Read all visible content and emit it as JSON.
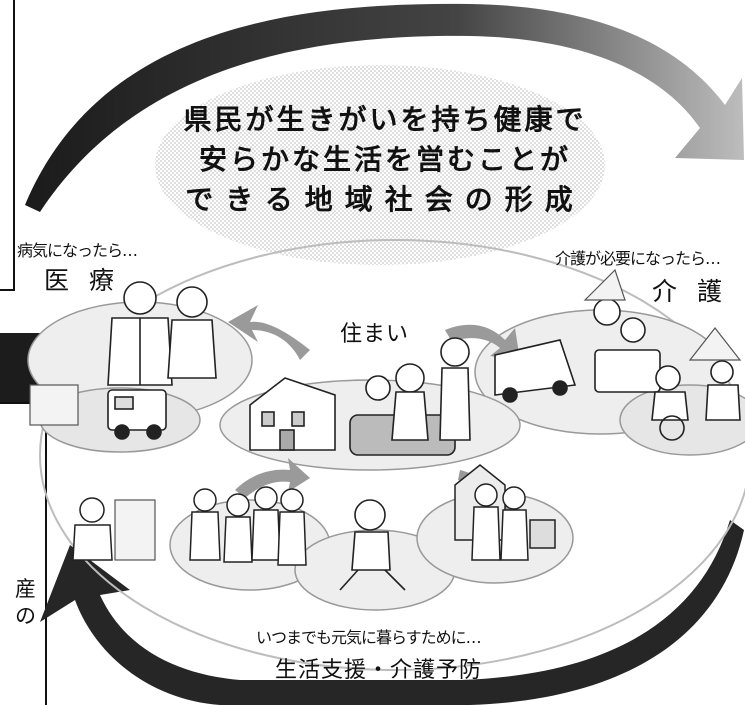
{
  "title": {
    "line1": "県民が生きがいを持ち健康で",
    "line2": "安らかな生活を営むことが",
    "line3": "できる地域社会の形成"
  },
  "medical": {
    "caption": "病気になったら…",
    "label": "医 療"
  },
  "care": {
    "caption": "介護が必要になったら…",
    "label": "介 護"
  },
  "housing": {
    "label": "住まい"
  },
  "support": {
    "caption": "いつまでも元気に暮らすために…",
    "label": "生活支援・介護予防"
  },
  "left_edge_text": {
    "line1": "産",
    "line2": "の"
  },
  "colors": {
    "arrow": "#262626",
    "ellipse_fill": "#eeeeee",
    "halftone": "#cfcfcf",
    "frame": "#111111"
  }
}
